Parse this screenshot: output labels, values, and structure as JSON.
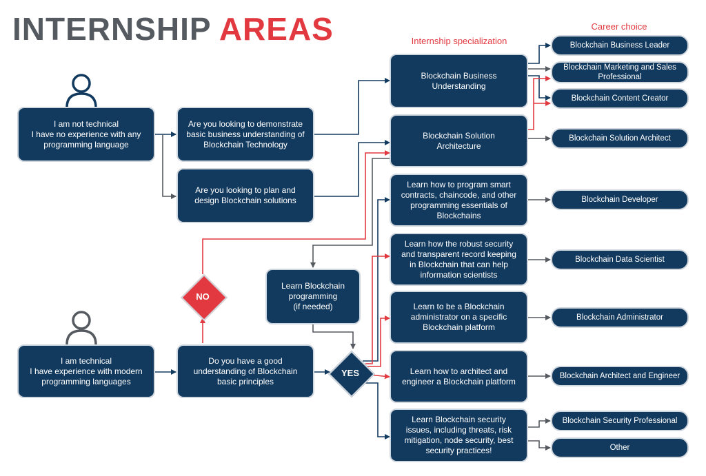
{
  "title": {
    "part1": "INTERNSHIP ",
    "part2": "AREAS"
  },
  "headers": {
    "specialization": "Internship specialization",
    "career": "Career choice"
  },
  "colors": {
    "navy": "#123a5e",
    "red": "#e2383f",
    "gray": "#555a60",
    "border": "#cfd6de"
  },
  "start": {
    "non_technical": "I am not technical\nI have no experience with any\nprogramming language",
    "technical": "I am technical\nI have experience with modern\nprogramming languages"
  },
  "questions": {
    "business": "Are you looking to demonstrate\nbasic business understanding of\nBlockchain Technology",
    "design": "Are you looking to plan and\ndesign Blockchain solutions",
    "principles": "Do you have a good\nunderstanding of Blockchain\nbasic principles",
    "learn_programming": "Learn Blockchain\nprogramming\n(if needed)"
  },
  "decisions": {
    "no": "NO",
    "yes": "YES"
  },
  "specializations": [
    "Blockchain Business\nUnderstanding",
    "Blockchain Solution\nArchitecture",
    "Learn how to program smart\ncontracts, chaincode, and other\nprogramming essentials of\nBlockchains",
    "Learn how the robust security\nand transparent record keeping\nin Blockchain that can help\ninformation scientists",
    "Learn to be a Blockchain\nadministrator on a specific\nBlockchain platform",
    "Learn how to architect and\nengineer a Blockchain platform",
    "Learn Blockchain security\nissues, including threats, risk\nmitigation, node security, best\nsecurity practices!"
  ],
  "careers": [
    "Blockchain Business Leader",
    "Blockchain Marketing and Sales\nProfessional",
    "Blockchain Content Creator",
    "Blockchain Solution Architect",
    "Blockchain Developer",
    "Blockchain Data Scientist",
    "Blockchain Administrator",
    "Blockchain Architect and Engineer",
    "Blockchain Security Professional",
    "Other"
  ]
}
